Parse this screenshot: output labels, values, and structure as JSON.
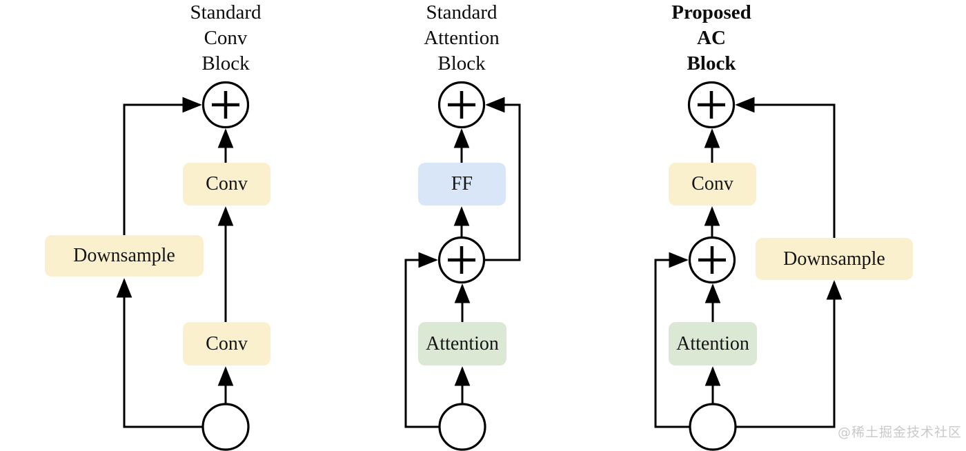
{
  "colors": {
    "conv_box": "#FAF0CD",
    "ff_box": "#D9E6F7",
    "attention_box": "#DBE8D4",
    "line": "#000000",
    "text": "#151515",
    "watermark": "#c9c9c9"
  },
  "watermark": {
    "text": "@稀土掘金技术社区"
  },
  "diagrams": [
    {
      "id": "standard-conv-block",
      "title": {
        "line1": "Standard",
        "line2": "Conv",
        "line3": "Block"
      },
      "nodes": {
        "add_top": "+",
        "conv_top": "Conv",
        "downsample": "Downsample",
        "conv_bottom": "Conv"
      }
    },
    {
      "id": "standard-attention-block",
      "title": {
        "line1": "Standard",
        "line2": "Attention",
        "line3": "Block"
      },
      "nodes": {
        "add_top": "+",
        "ff": "FF",
        "add_mid": "+",
        "attention": "Attention"
      }
    },
    {
      "id": "proposed-ac-block",
      "title": {
        "line1": "Proposed",
        "line2": "AC",
        "line3": "Block"
      },
      "nodes": {
        "add_top": "+",
        "conv": "Conv",
        "add_mid": "+",
        "attention": "Attention",
        "downsample": "Downsample"
      }
    }
  ]
}
